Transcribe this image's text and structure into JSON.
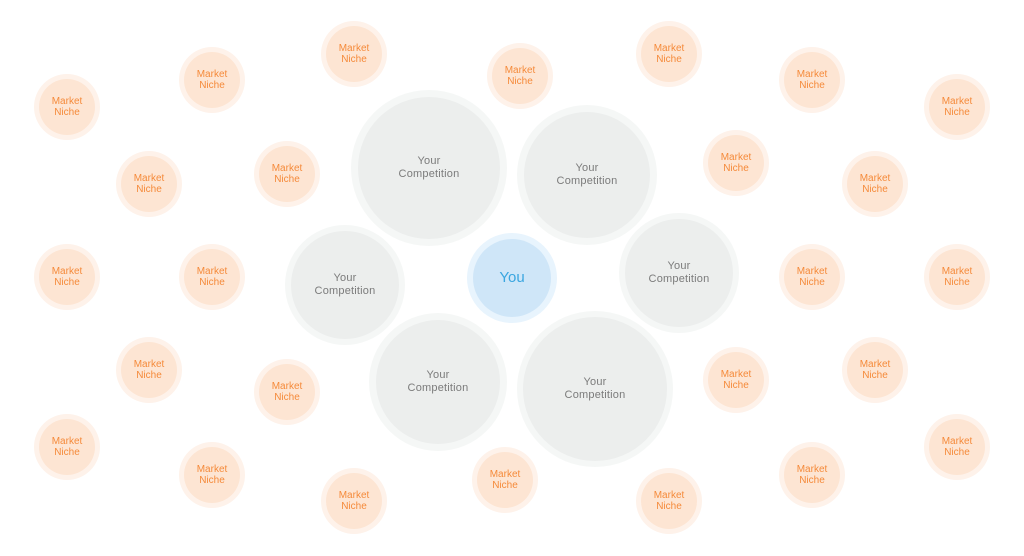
{
  "labels": {
    "niche_line1": "Market",
    "niche_line2": "Niche",
    "competition_line1": "Your",
    "competition_line2": "Competition",
    "you": "You"
  },
  "colors": {
    "niche_fill": "#fde5d3",
    "niche_ring": "#fef2ea",
    "niche_text": "#f58a3a",
    "competition_fill": "#eceeed",
    "competition_ring": "#f5f7f6",
    "competition_text": "#7b7b7b",
    "you_fill": "#cfe6f8",
    "you_ring": "#e8f4fd",
    "you_text": "#3aa6e0"
  },
  "counts": {
    "market_niches": 26,
    "competitors": 6
  }
}
